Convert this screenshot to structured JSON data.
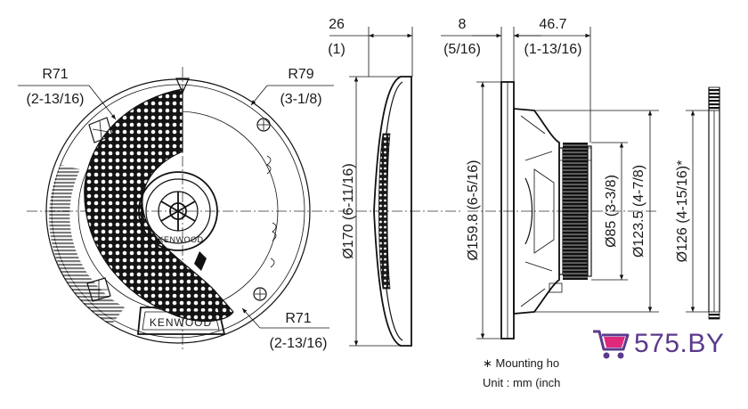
{
  "front_view": {
    "radius_top_left": {
      "value": "R71",
      "inch": "(2-13/16)"
    },
    "radius_top_right": {
      "value": "R79",
      "inch": "(3-1/8)"
    },
    "radius_bottom": {
      "value": "R71",
      "inch": "(2-13/16)"
    },
    "brand_center": "KENWOOD",
    "brand_plate": "KENWOOD"
  },
  "grille_side_view": {
    "depth": {
      "value": "26",
      "inch": "(1)"
    },
    "diameter": "Ø170 (6-11/16)"
  },
  "speaker_side_view": {
    "flange_depth": {
      "value": "8",
      "inch": "(5/16)"
    },
    "mount_depth": {
      "value": "46.7",
      "inch": "(1-13/16)"
    },
    "outer_diameter": "Ø159.8 (6-5/16)",
    "magnet_diameter": "Ø85 (3-3/8)",
    "basket_diameter": "Ø123.5 (4-7/8)",
    "mounting_hole": "Ø126 (4-15/16)*"
  },
  "notes": {
    "mounting": "∗ Mounting ho",
    "unit": "Unit : mm (inch"
  },
  "logo": {
    "text": "575.BY",
    "color": "#5b3a8c",
    "accent": "#e0287d"
  }
}
